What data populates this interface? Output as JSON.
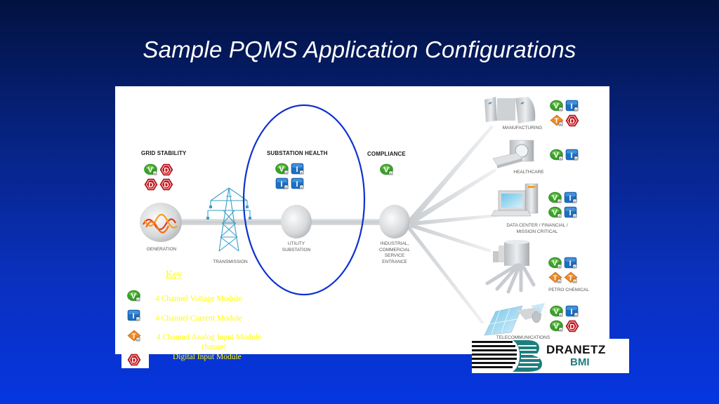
{
  "slide": {
    "title": "Sample PQMS Application Configurations"
  },
  "colors": {
    "background_top": "#021240",
    "background_bottom": "#0636e0",
    "highlight_ellipse": "#1030d0",
    "key_text": "#ffff00",
    "voltage_module": "#3aa12a",
    "current_module": "#1d6fc2",
    "analog_module": "#f08a24",
    "digital_module": "#c8161d",
    "logo_teal": "#1e7e7e"
  },
  "sections": {
    "grid_stability": {
      "heading": "GRID STABILITY",
      "modules": [
        "V",
        "D",
        "D",
        "D"
      ]
    },
    "substation_health": {
      "heading": "SUBSTATION HEALTH",
      "modules": [
        "V",
        "I",
        "I",
        "I"
      ]
    },
    "compliance": {
      "heading": "COMPLIANCE",
      "modules": [
        "V"
      ]
    }
  },
  "nodes": {
    "generation": "GENERATION",
    "transmission": "TRANSMISSION",
    "utility_substation": "UTILITY\nSUBSTATION",
    "service_entrance": "INDUSTRIAL,\nCOMMERCIAL\nSERVICE\nENTRANCE"
  },
  "endpoints": [
    {
      "label": "MANUFACTURING",
      "modules": [
        "V",
        "I",
        "T",
        "D"
      ]
    },
    {
      "label": "HEALTHCARE",
      "modules": [
        "V",
        "I"
      ]
    },
    {
      "label": "DATA CENTER / FINANCIAL /\nMISSION CRITICAL",
      "modules": [
        "V",
        "I",
        "V",
        "I"
      ]
    },
    {
      "label": "PETRO CHEMICAL",
      "modules": [
        "V",
        "I",
        "T",
        "T"
      ]
    },
    {
      "label": "TELECOMMUNICATIONS",
      "modules": [
        "V",
        "I",
        "V",
        "D"
      ]
    }
  ],
  "key": {
    "title": "Key",
    "items": [
      {
        "module": "V",
        "label": "4 Channel Voltage Module"
      },
      {
        "module": "I",
        "label": "4 Channel Current Module"
      },
      {
        "module": "T",
        "label": "4 Channel Analog Input Module",
        "note": "(future)"
      },
      {
        "module": "D",
        "label": "Digital Input  Module"
      }
    ]
  },
  "module_icons": {
    "V": "voltage-module-icon",
    "I": "current-module-icon",
    "T": "analog-input-module-icon",
    "D": "digital-input-module-icon"
  },
  "logo": {
    "name": "DRANETZ",
    "sub": "BMI"
  }
}
